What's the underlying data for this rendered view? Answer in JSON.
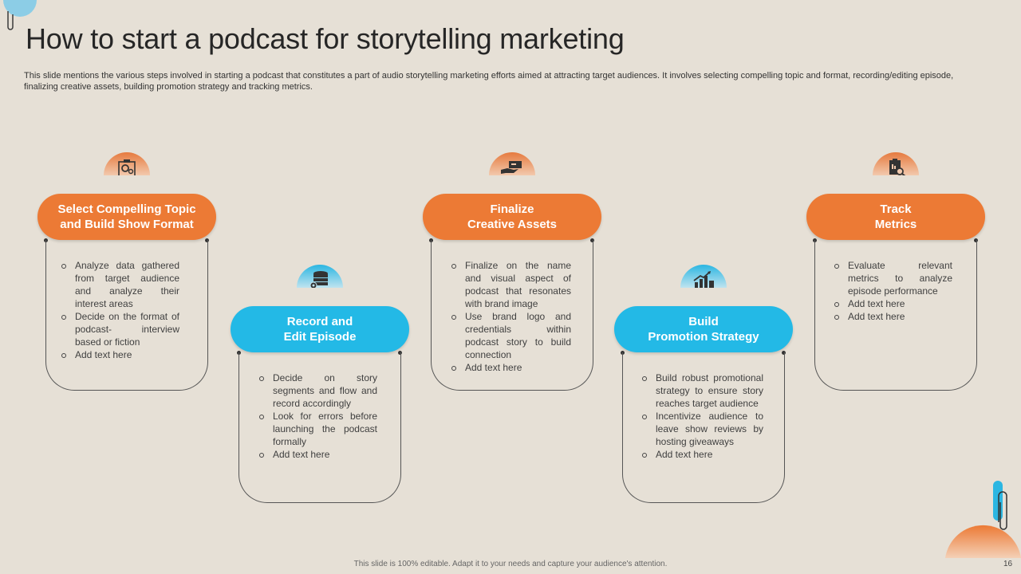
{
  "slide": {
    "title": "How to start a podcast for storytelling marketing",
    "description": "This slide mentions the various steps involved in starting a podcast that constitutes a part of audio storytelling marketing efforts aimed at attracting target audiences. It involves selecting compelling topic and format, recording/editing episode, finalizing creative assets, building promotion strategy and tracking metrics.",
    "footer": "This slide is 100% editable.  Adapt it to your needs and capture your audience's attention.",
    "page_number": "16"
  },
  "colors": {
    "orange": "#ec7a35",
    "blue": "#23b9e6",
    "background": "#e6e0d6"
  },
  "steps": [
    {
      "title": "Select Compelling Topic\nand Build Show Format",
      "color": "orange",
      "icon": "settings-document-icon",
      "bullets": [
        "Analyze data gathered from target audience and analyze their interest areas",
        "Decide on the format of podcast- interview based or fiction",
        "Add text here"
      ]
    },
    {
      "title": "Record and\nEdit Episode",
      "color": "blue",
      "icon": "database-gear-icon",
      "bullets": [
        "Decide on story segments and flow and record accordingly",
        "Look for errors before launching the podcast formally",
        "Add text here"
      ]
    },
    {
      "title": "Finalize\nCreative Assets",
      "color": "orange",
      "icon": "hand-card-icon",
      "bullets": [
        "Finalize on the name and visual aspect of podcast that resonates with brand image",
        "Use brand logo and credentials within podcast story to build connection",
        "Add text here"
      ]
    },
    {
      "title": "Build\nPromotion Strategy",
      "color": "blue",
      "icon": "growth-chart-icon",
      "bullets": [
        "Build robust promotional strategy to ensure story reaches target audience",
        "Incentivize audience to leave show reviews by hosting giveaways",
        "Add text here"
      ]
    },
    {
      "title": "Track\nMetrics",
      "color": "orange",
      "icon": "report-magnifier-icon",
      "bullets": [
        "Evaluate relevant metrics to analyze episode performance",
        "Add text here",
        "Add text here"
      ]
    }
  ]
}
